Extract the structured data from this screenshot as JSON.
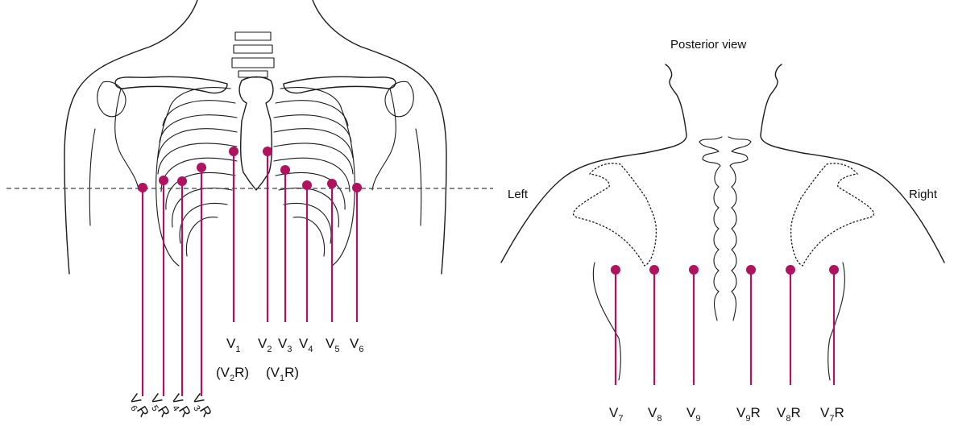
{
  "anterior": {
    "labels": {
      "v1": {
        "base": "V",
        "sub": "1"
      },
      "v2": {
        "base": "V",
        "sub": "2"
      },
      "v3": {
        "base": "V",
        "sub": "3"
      },
      "v4": {
        "base": "V",
        "sub": "4"
      },
      "v5": {
        "base": "V",
        "sub": "5"
      },
      "v6": {
        "base": "V",
        "sub": "6"
      }
    },
    "right_labels": {
      "v2r": {
        "open": "(V",
        "sub": "2",
        "close": "R)"
      },
      "v1r": {
        "open": "(V",
        "sub": "1",
        "close": "R)"
      }
    },
    "rotated_labels": {
      "v6r": {
        "base": "V",
        "sub": "6",
        "suffix": "R"
      },
      "v5r": {
        "base": "V",
        "sub": "5",
        "suffix": "R"
      },
      "v4r": {
        "base": "V",
        "sub": "4",
        "suffix": "R"
      },
      "v3r": {
        "base": "V",
        "sub": "3",
        "suffix": "R"
      }
    }
  },
  "posterior": {
    "title": "Posterior view",
    "side_left": "Left",
    "side_right": "Right",
    "labels": {
      "v7": {
        "base": "V",
        "sub": "7",
        "suffix": ""
      },
      "v8": {
        "base": "V",
        "sub": "8",
        "suffix": ""
      },
      "v9": {
        "base": "V",
        "sub": "9",
        "suffix": ""
      },
      "v9r": {
        "base": "V",
        "sub": "9",
        "suffix": "R"
      },
      "v8r": {
        "base": "V",
        "sub": "8",
        "suffix": "R"
      },
      "v7r": {
        "base": "V",
        "sub": "7",
        "suffix": "R"
      }
    }
  },
  "colors": {
    "lead": "#b0125f",
    "ink": "#1a1a1a"
  }
}
